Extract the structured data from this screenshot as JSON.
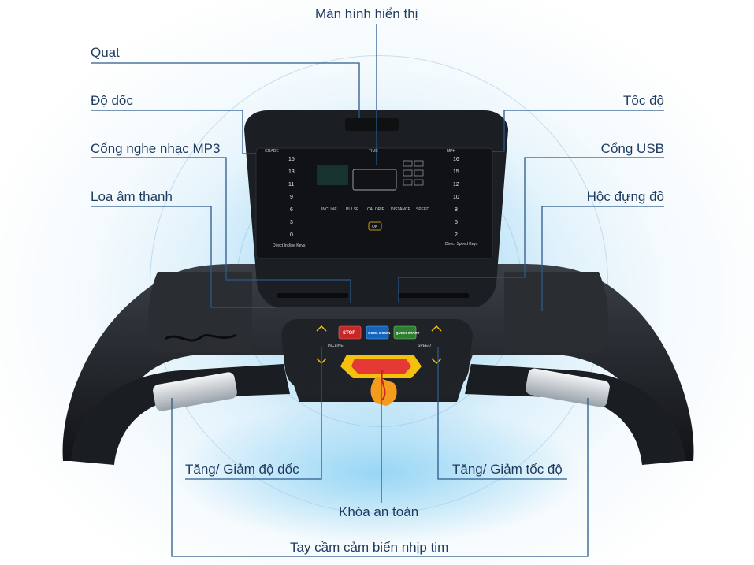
{
  "labels": {
    "display": "Màn hình hiển thị",
    "fan": "Quạt",
    "incline": "Độ dốc",
    "mp3": "Cổng nghe nhạc MP3",
    "speaker": "Loa âm thanh",
    "speed": "Tốc độ",
    "usb": "Cổng USB",
    "storage": "Hộc đựng đồ",
    "incline_adjust": "Tăng/ Giảm độ dốc",
    "speed_adjust": "Tăng/ Giảm tốc độ",
    "safety_key": "Khóa an toàn",
    "heart_rate": "Tay cầm cảm biến nhịp tim"
  },
  "console": {
    "grade_title": "GRADE",
    "mph_title": "MPH",
    "time_title": "TIME",
    "grade_keys": [
      "15",
      "13",
      "11",
      "9",
      "6",
      "3",
      "0"
    ],
    "speed_keys": [
      "16",
      "15",
      "12",
      "10",
      "8",
      "5",
      "2"
    ],
    "incline_keys_label": "Direct Incline Keys",
    "speed_keys_label": "Direct Speed Keys",
    "readouts": [
      "INCLINE",
      "PULSE",
      "CALORIE",
      "DISTANCE",
      "SPEED"
    ],
    "ok_label": "OK",
    "stop_label": "STOP",
    "cool_down_label": "COOL DOWN",
    "quick_start_label": "QUICK START",
    "incline_button_label": "INCLINE",
    "speed_button_label": "SPEED"
  },
  "colors": {
    "label_text": "#1e3a5f",
    "leader_line": "#2a5a8c",
    "console_body": "#1b1e22",
    "safety_key": "#e53935",
    "safety_key_yellow": "#f4c20d",
    "stop_button": "#c62828",
    "cool_down_button": "#1565c0",
    "quick_start_button": "#2e7d32"
  }
}
